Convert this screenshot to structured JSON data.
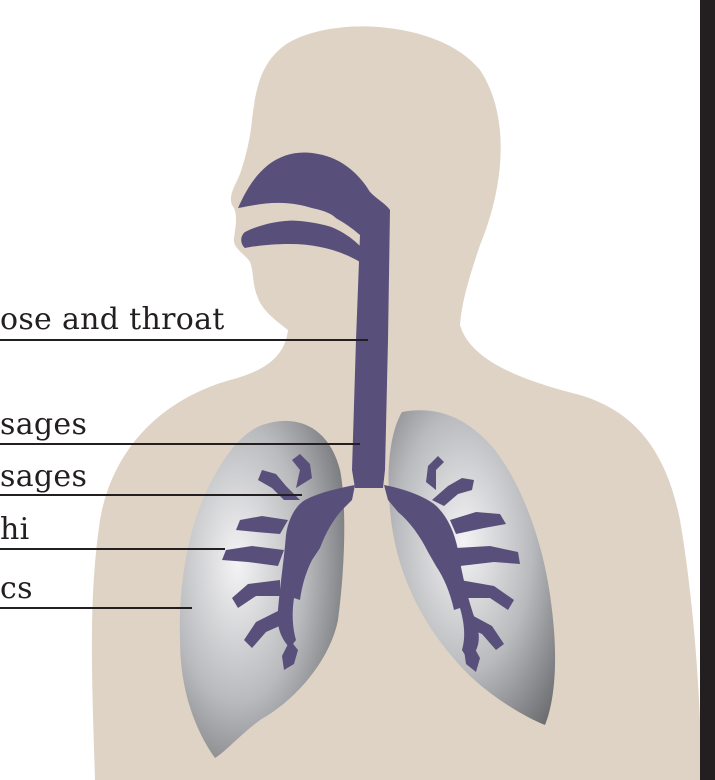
{
  "colors": {
    "body": "#dfd3c5",
    "airway": "#58507a",
    "lung_light": "#eeeef0",
    "lung_dark": "#6d6e72",
    "text": "#231f20",
    "right_bar": "#231f20"
  },
  "labels": {
    "nose_throat": "ose and throat",
    "large_passages": "sages",
    "small_passages": "sages",
    "bronchi": "hi",
    "lobules": "cs"
  }
}
